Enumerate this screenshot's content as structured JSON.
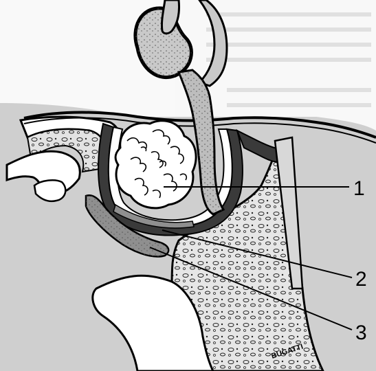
{
  "labels": [
    {
      "id": "1",
      "text": "1"
    },
    {
      "id": "2",
      "text": "2"
    },
    {
      "id": "3",
      "text": "3"
    }
  ],
  "signature": "BUGATTI",
  "colors": {
    "ink": "#000000",
    "tissue": "#d9d9d9",
    "gland": "#ffffff",
    "stalk": "#bdbdbd",
    "shadow": "#8f8f8f",
    "showthrough": "#b9b9b9"
  }
}
